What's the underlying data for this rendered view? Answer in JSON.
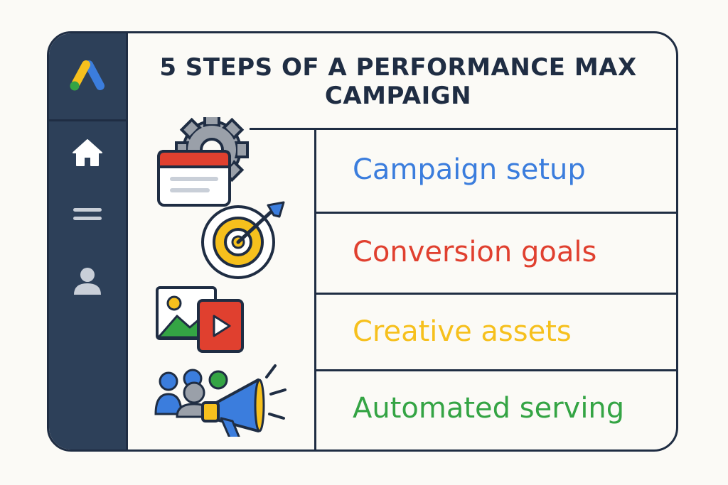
{
  "title": {
    "line1": "5 STEPS OF A PERFORMANCE MAX",
    "line2": "CAMPAIGN"
  },
  "sidebar": {
    "logo": "google-ads-logo",
    "items": [
      {
        "icon": "home-icon"
      },
      {
        "icon": "menu-icon"
      },
      {
        "icon": "user-icon"
      }
    ]
  },
  "steps": [
    {
      "label": "Campaign setup",
      "color": "#3b7ddd",
      "icon": "settings-window-icon"
    },
    {
      "label": "Conversion goals",
      "color": "#e0402f",
      "icon": "target-arrow-icon"
    },
    {
      "label": "Creative assets",
      "color": "#f6c01d",
      "icon": "image-video-icon"
    },
    {
      "label": "Automated serving",
      "color": "#34a444",
      "icon": "audience-megaphone-icon"
    }
  ],
  "colors": {
    "outline": "#1f2d43",
    "sidebar": "#2d4059",
    "background": "#fbfaf6"
  }
}
